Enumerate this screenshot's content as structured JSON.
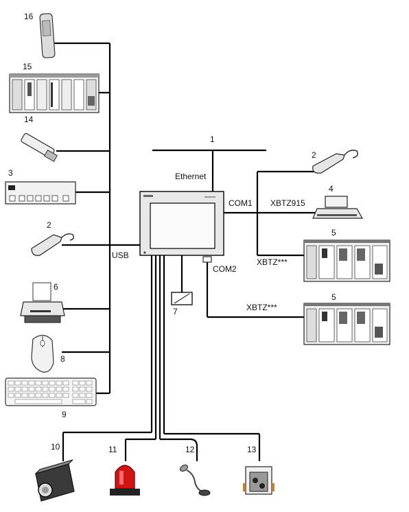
{
  "labels": {
    "n1": "1",
    "n2a": "2",
    "n2b": "2",
    "n3": "3",
    "n4": "4",
    "n5a": "5",
    "n5b": "5",
    "n6": "6",
    "n7": "7",
    "n8": "8",
    "n9": "9",
    "n10": "10",
    "n11": "11",
    "n12": "12",
    "n13": "13",
    "n14": "14",
    "n15": "15",
    "n16": "16",
    "ethernet": "Ethernet",
    "com1": "COM1",
    "com2": "COM2",
    "usb": "USB",
    "xbtz915": "XBTZ915",
    "xbtz_a": "XBTZ***",
    "xbtz_b": "XBTZ***"
  }
}
